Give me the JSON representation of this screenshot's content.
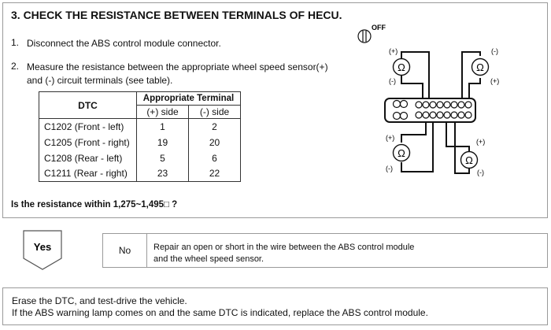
{
  "section": {
    "title": "3.  CHECK THE RESISTANCE BETWEEN TERMINALS OF HECU.",
    "steps": [
      {
        "num": "1.",
        "text": "Disconnect the ABS control module connector."
      },
      {
        "num": "2.",
        "text": "Measure the resistance between the appropriate wheel speed sensor(+) and (-) circuit terminals (see table)."
      }
    ],
    "table": {
      "header_dtc": "DTC",
      "header_terminal": "Appropriate Terminal",
      "header_plus": "(+) side",
      "header_minus": "(-) side",
      "rows": [
        {
          "dtc": "C1202 (Front - left)",
          "plus": "1",
          "minus": "2"
        },
        {
          "dtc": "C1205 (Front - right)",
          "plus": "19",
          "minus": "20"
        },
        {
          "dtc": "C1208 (Rear - left)",
          "plus": "5",
          "minus": "6"
        },
        {
          "dtc": "C1211 (Rear - right)",
          "plus": "23",
          "minus": "22"
        }
      ]
    },
    "question": "Is the resistance within 1,275~1,495□ ?"
  },
  "diagram": {
    "off_label": "OFF",
    "plus": "(+)",
    "minus": "(-)",
    "ohm": "Ω"
  },
  "yes": {
    "label": "Yes"
  },
  "no": {
    "label": "No",
    "line1": "Repair an open or short in the wire between the ABS control module",
    "line2": "and the wheel speed sensor."
  },
  "final": {
    "line1": "Erase the DTC, and test-drive the vehicle.",
    "line2": "If the ABS warning lamp comes on and the same DTC is indicated, replace the ABS control module."
  }
}
